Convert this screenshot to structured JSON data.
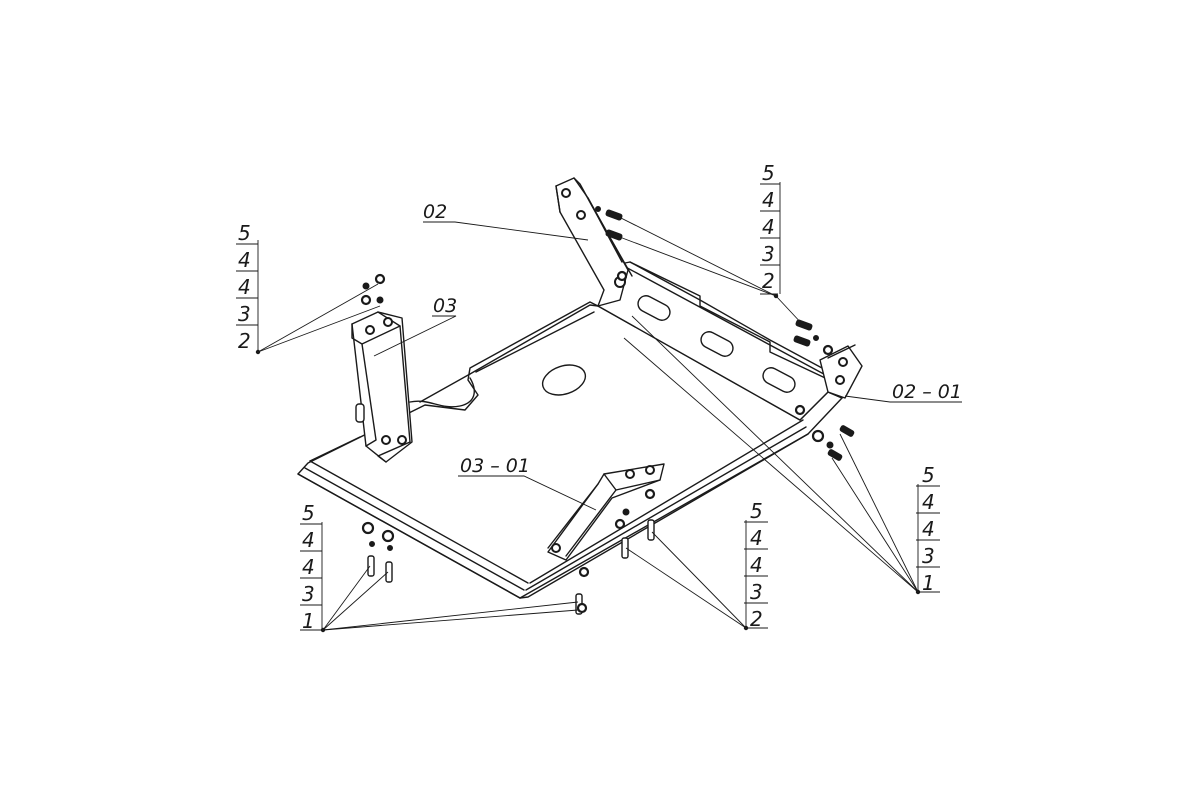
{
  "part_labels": {
    "p02": "02",
    "p03": "03",
    "p02_01": "02 – 01",
    "p03_01": "03 – 01"
  },
  "stacks": {
    "left": [
      "5",
      "4",
      "4",
      "3",
      "2"
    ],
    "top_right": [
      "5",
      "4",
      "4",
      "3",
      "2"
    ],
    "right": [
      "5",
      "4",
      "4",
      "3",
      "1"
    ],
    "bottom_left": [
      "5",
      "4",
      "4",
      "3",
      "1"
    ],
    "bottom_mid": [
      "5",
      "4",
      "4",
      "3",
      "2"
    ]
  },
  "colors": {
    "line": "#1a1a1a",
    "background": "#ffffff"
  }
}
